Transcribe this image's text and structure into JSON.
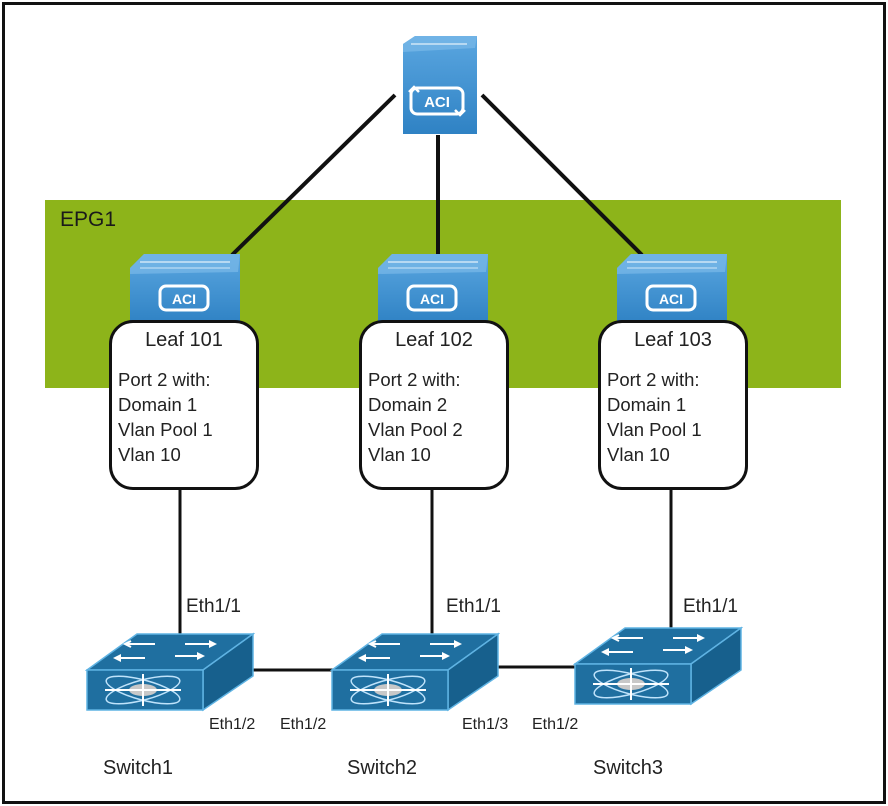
{
  "diagram": {
    "epg_label": "EPG1",
    "colors": {
      "epg_band": "#8db41a",
      "aci_blue": "#3a8fd0",
      "switch_blue": "#1f6fa0",
      "link": "#111111"
    },
    "spine": {
      "icon": "aci-spine-icon",
      "label": "ACI"
    },
    "leaves": [
      {
        "name": "Leaf 101",
        "icon_label": "ACI",
        "lines": [
          "Port 2 with:",
          "Domain 1",
          "Vlan Pool 1",
          "Vlan 10"
        ]
      },
      {
        "name": "Leaf 102",
        "icon_label": "ACI",
        "lines": [
          "Port 2 with:",
          "Domain 2",
          "Vlan Pool 2",
          "Vlan 10"
        ]
      },
      {
        "name": "Leaf 103",
        "icon_label": "ACI",
        "lines": [
          "Port 2 with:",
          "Domain 1",
          "Vlan Pool 1",
          "Vlan 10"
        ]
      }
    ],
    "switches": [
      {
        "name": "Switch1",
        "uplink_port": "Eth1/1"
      },
      {
        "name": "Switch2",
        "uplink_port": "Eth1/1"
      },
      {
        "name": "Switch3",
        "uplink_port": "Eth1/1"
      }
    ],
    "interswitch_links": [
      {
        "from": "Switch1",
        "from_port": "Eth1/2",
        "to": "Switch2",
        "to_port": "Eth1/2"
      },
      {
        "from": "Switch2",
        "from_port": "Eth1/3",
        "to": "Switch3",
        "to_port": "Eth1/2"
      }
    ]
  }
}
